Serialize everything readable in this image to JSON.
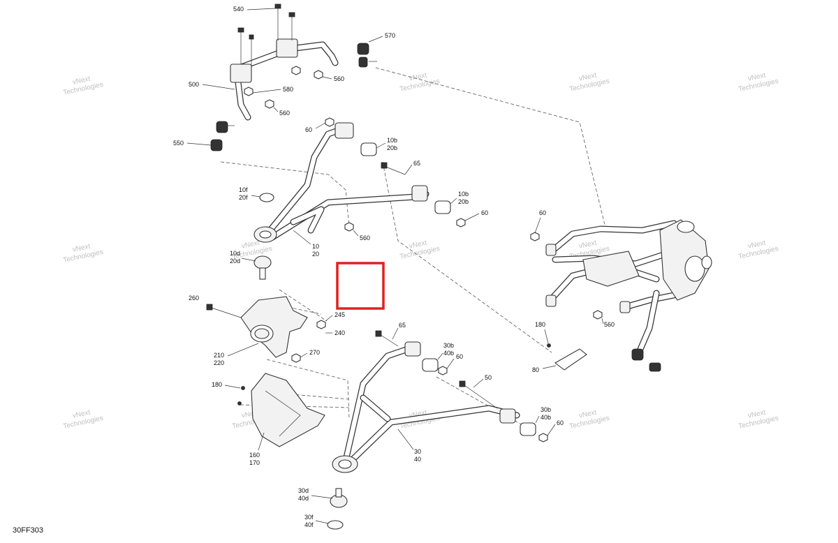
{
  "figure_code": "30FF303",
  "highlight_color": "#e02020",
  "watermark": {
    "line1": "vNext",
    "line2": "Technologies"
  },
  "labels": {
    "l540": "540",
    "l570": "570",
    "l500": "500",
    "l580": "580",
    "l560a": "560",
    "l560b": "560",
    "l550": "550",
    "l60a": "60",
    "l10b_a": "10b",
    "l20b_a": "20b",
    "l65a": "65",
    "l10f": "10f",
    "l20f": "20f",
    "l10b_b": "10b",
    "l20b_b": "20b",
    "l60b": "60",
    "l560c": "560",
    "l10": "10",
    "l20": "20",
    "l10d": "10d",
    "l20d": "20d",
    "l260": "260",
    "l245": "245",
    "l240": "240",
    "l270": "270",
    "l210": "210",
    "l220": "220",
    "l65b": "65",
    "l30b_a": "30b",
    "l40b_a": "40b",
    "l60c": "60",
    "l50": "50",
    "l180a": "180",
    "l160": "160",
    "l170": "170",
    "l30b_b": "30b",
    "l40b_b": "40b",
    "l60d": "60",
    "l30": "30",
    "l40": "40",
    "l30d": "30d",
    "l40d": "40d",
    "l30f": "30f",
    "l40f": "40f",
    "l60e": "60",
    "l560d": "560",
    "l180b": "180",
    "l80": "80"
  }
}
